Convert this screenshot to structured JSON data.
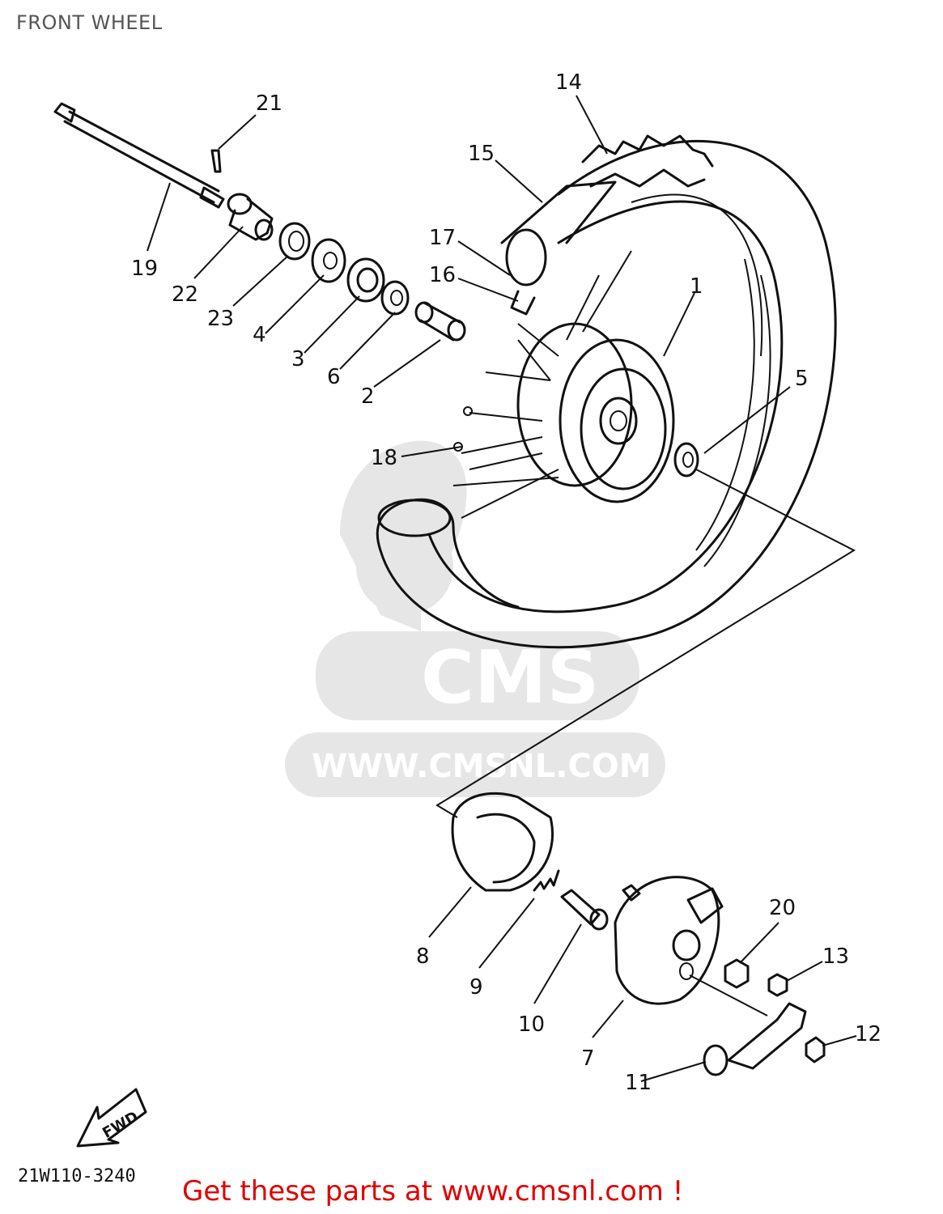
{
  "title": "FRONT WHEEL",
  "watermark": {
    "brand": "CMS",
    "url": "WWW.CMSNL.COM"
  },
  "fwd_label": "FWD",
  "part_number": "21W110-3240",
  "footer": "Get these parts at www.cmsnl.com !",
  "callouts": [
    {
      "id": "c1",
      "text": "1"
    },
    {
      "id": "c2",
      "text": "2"
    },
    {
      "id": "c3",
      "text": "3"
    },
    {
      "id": "c4",
      "text": "4"
    },
    {
      "id": "c5",
      "text": "5"
    },
    {
      "id": "c6",
      "text": "6"
    },
    {
      "id": "c7",
      "text": "7"
    },
    {
      "id": "c8",
      "text": "8"
    },
    {
      "id": "c9",
      "text": "9"
    },
    {
      "id": "c10",
      "text": "10"
    },
    {
      "id": "c11",
      "text": "11"
    },
    {
      "id": "c12",
      "text": "12"
    },
    {
      "id": "c13",
      "text": "13"
    },
    {
      "id": "c14",
      "text": "14"
    },
    {
      "id": "c15",
      "text": "15"
    },
    {
      "id": "c16",
      "text": "16"
    },
    {
      "id": "c17",
      "text": "17"
    },
    {
      "id": "c18",
      "text": "18"
    },
    {
      "id": "c19",
      "text": "19"
    },
    {
      "id": "c20",
      "text": "20"
    },
    {
      "id": "c21",
      "text": "21"
    },
    {
      "id": "c22",
      "text": "22"
    },
    {
      "id": "c23",
      "text": "23"
    }
  ]
}
